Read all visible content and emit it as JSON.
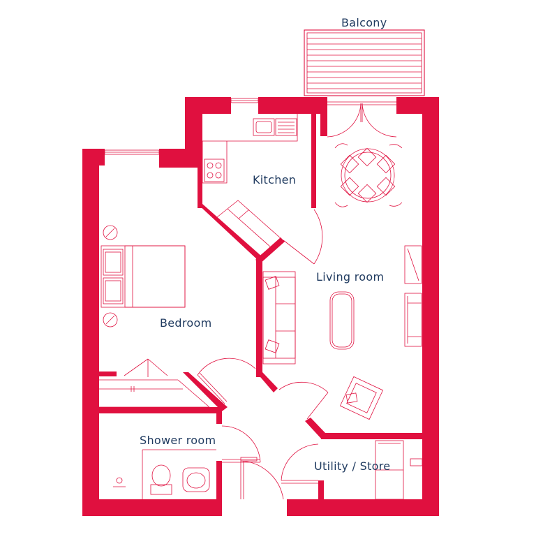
{
  "rooms": {
    "balcony": "Balcony",
    "kitchen": "Kitchen",
    "living_room": "Living room",
    "bedroom": "Bedroom",
    "shower_room": "Shower room",
    "utility_store": "Utility / Store"
  },
  "colors": {
    "wall": "#e0103f",
    "label": "#1f3a5f",
    "background": "#ffffff"
  }
}
